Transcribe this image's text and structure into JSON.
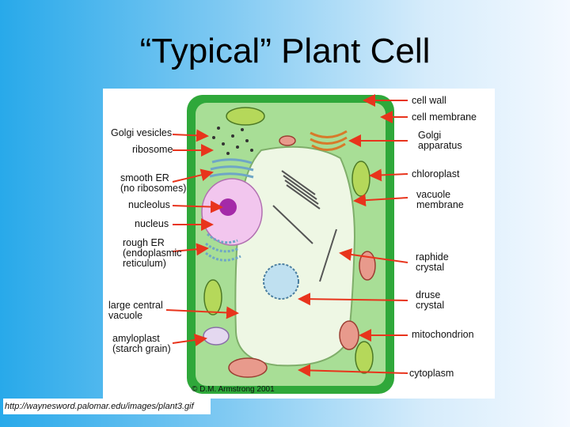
{
  "title": "“Typical” Plant Cell",
  "left_labels": [
    {
      "lines": [
        "Golgi vesicles"
      ]
    },
    {
      "lines": [
        "ribosome"
      ]
    },
    {
      "lines": [
        "smooth ER",
        "(no ribosomes)"
      ]
    },
    {
      "lines": [
        "nucleolus"
      ]
    },
    {
      "lines": [
        "nucleus"
      ]
    },
    {
      "lines": [
        "rough ER",
        "(endoplasmic",
        "reticulum)"
      ]
    },
    {
      "lines": [
        "large central",
        "vacuole"
      ]
    },
    {
      "lines": [
        "amyloplast",
        "(starch grain)"
      ]
    }
  ],
  "right_labels": [
    {
      "lines": [
        "cell wall"
      ]
    },
    {
      "lines": [
        "cell membrane"
      ]
    },
    {
      "lines": [
        "Golgi",
        "apparatus"
      ]
    },
    {
      "lines": [
        "chloroplast"
      ]
    },
    {
      "lines": [
        "vacuole",
        "membrane"
      ]
    },
    {
      "lines": [
        "raphide",
        "crystal"
      ]
    },
    {
      "lines": [
        "druse",
        "crystal"
      ]
    },
    {
      "lines": [
        "mitochondrion"
      ]
    },
    {
      "lines": [
        "cytoplasm"
      ]
    }
  ],
  "copyright": "© D.M. Armstrong 2001",
  "source_url": "http://waynesword.palomar.edu/images/plant3.gif",
  "colors": {
    "arrow": "#e8341c",
    "cell_wall": "#2fa83a",
    "cytoplasm": "#a8de96",
    "vacuole": "#eef7e4",
    "nucleus": "#f2c6ee",
    "nucleolus": "#a42aa8",
    "chloroplast": "#b5d85a",
    "mitochondrion": "#e89a8c"
  }
}
